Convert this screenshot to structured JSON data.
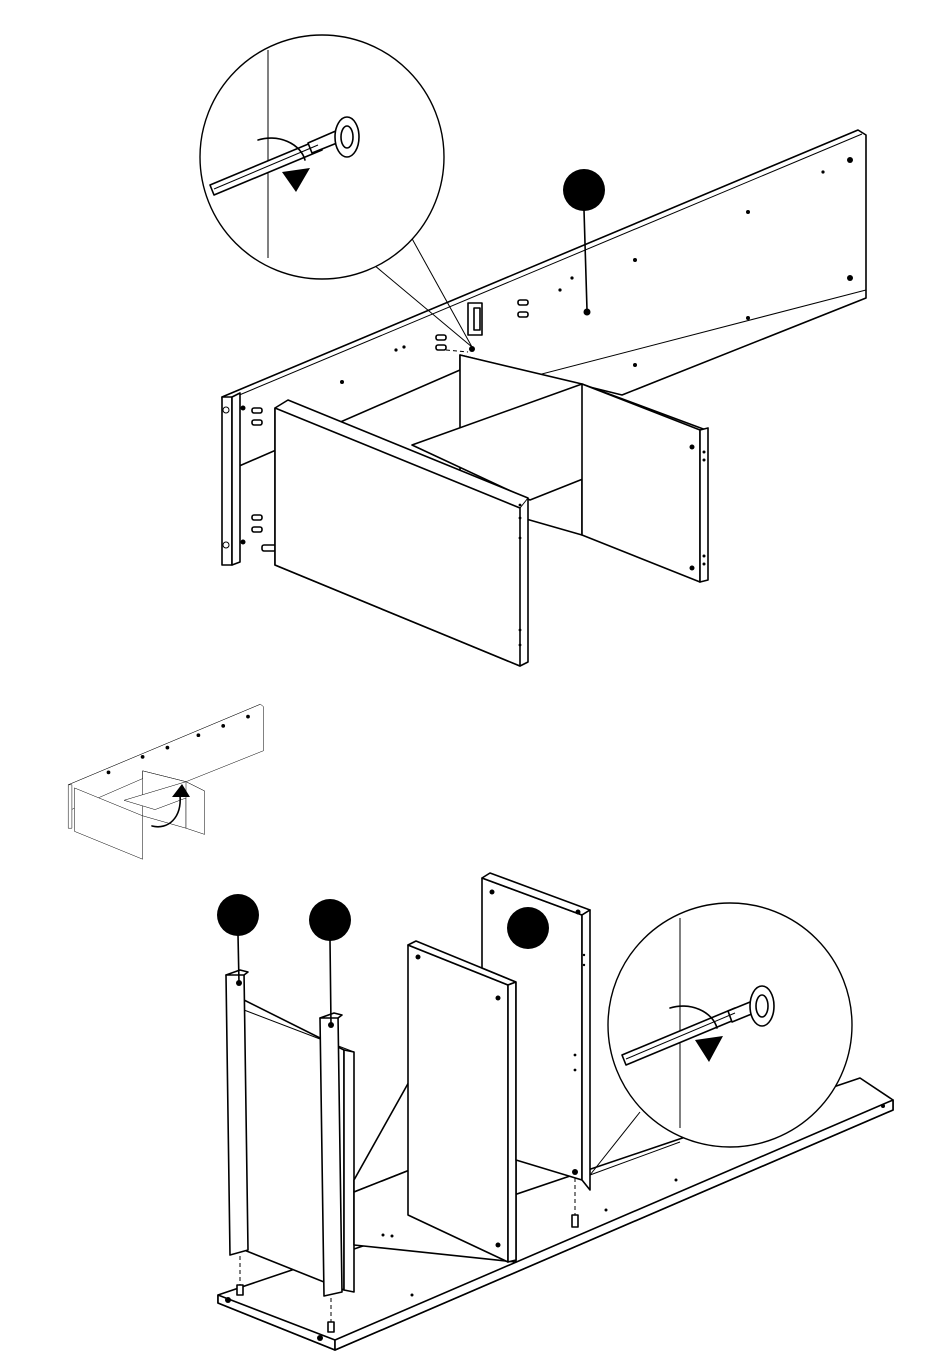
{
  "diagram": {
    "steps": [
      {
        "kind": "detail-view",
        "tool": "screwdriver-icon",
        "action": "clockwise-rotate-icon"
      },
      {
        "kind": "flip-hint",
        "action": "flip-arrow-icon"
      },
      {
        "kind": "detail-view",
        "tool": "screwdriver-icon",
        "action": "clockwise-rotate-icon"
      }
    ],
    "colors": {
      "line": "#000000",
      "fill": "#ffffff"
    }
  }
}
